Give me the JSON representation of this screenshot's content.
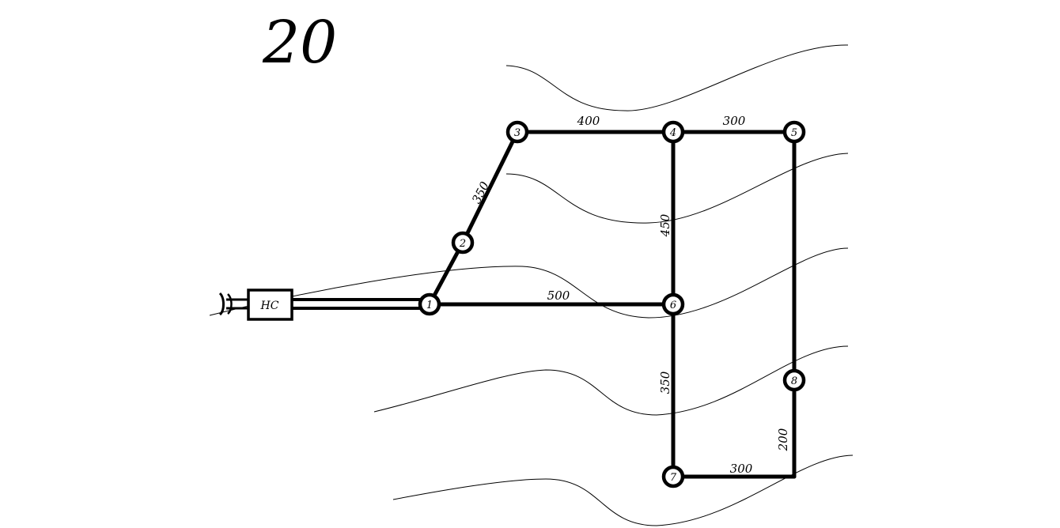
{
  "variant_number": "20",
  "pump_station": {
    "label": "НС"
  },
  "nodes": [
    {
      "id": "1",
      "label": "1"
    },
    {
      "id": "2",
      "label": "2"
    },
    {
      "id": "3",
      "label": "3"
    },
    {
      "id": "4",
      "label": "4"
    },
    {
      "id": "5",
      "label": "5"
    },
    {
      "id": "6",
      "label": "6"
    },
    {
      "id": "7",
      "label": "7"
    },
    {
      "id": "8",
      "label": "8"
    }
  ],
  "pipes": [
    {
      "from": "1",
      "to": "2",
      "length": ""
    },
    {
      "from": "2",
      "to": "3",
      "length": "350"
    },
    {
      "from": "3",
      "to": "4",
      "length": "400"
    },
    {
      "from": "4",
      "to": "5",
      "length": "300"
    },
    {
      "from": "4",
      "to": "6",
      "length": "450"
    },
    {
      "from": "1",
      "to": "6",
      "length": "500"
    },
    {
      "from": "5",
      "to": "8",
      "length": ""
    },
    {
      "from": "6",
      "to": "7",
      "length": "350"
    },
    {
      "from": "8",
      "to": "corner",
      "length": "200"
    },
    {
      "from": "7",
      "to": "corner",
      "length": "300"
    }
  ],
  "colors": {
    "stroke": "#000000",
    "background": "#ffffff"
  }
}
